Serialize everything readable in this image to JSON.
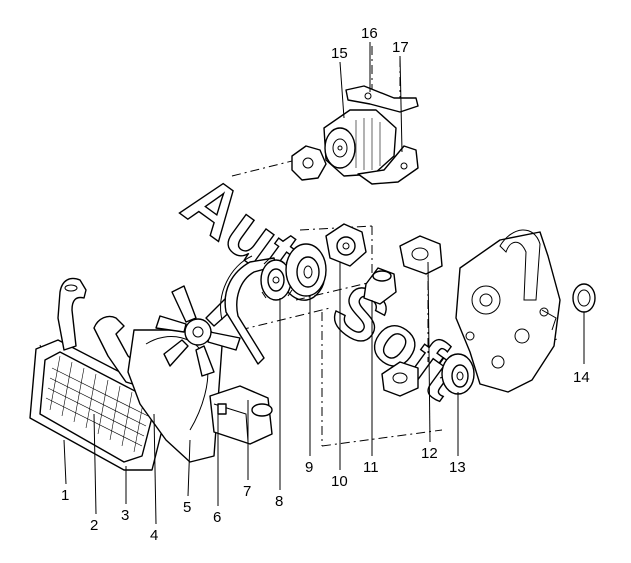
{
  "watermark": "Auto Soft",
  "callouts": [
    {
      "id": "1",
      "label": "1"
    },
    {
      "id": "2",
      "label": "2"
    },
    {
      "id": "3",
      "label": "3"
    },
    {
      "id": "4",
      "label": "4"
    },
    {
      "id": "5",
      "label": "5"
    },
    {
      "id": "6",
      "label": "6"
    },
    {
      "id": "7",
      "label": "7"
    },
    {
      "id": "8",
      "label": "8"
    },
    {
      "id": "9",
      "label": "9"
    },
    {
      "id": "10",
      "label": "10"
    },
    {
      "id": "11",
      "label": "11"
    },
    {
      "id": "12",
      "label": "12"
    },
    {
      "id": "13",
      "label": "13"
    },
    {
      "id": "14",
      "label": "14"
    },
    {
      "id": "15",
      "label": "15"
    },
    {
      "id": "16",
      "label": "16"
    },
    {
      "id": "17",
      "label": "17"
    }
  ],
  "colors": {
    "line": "#000000",
    "background": "#ffffff"
  }
}
